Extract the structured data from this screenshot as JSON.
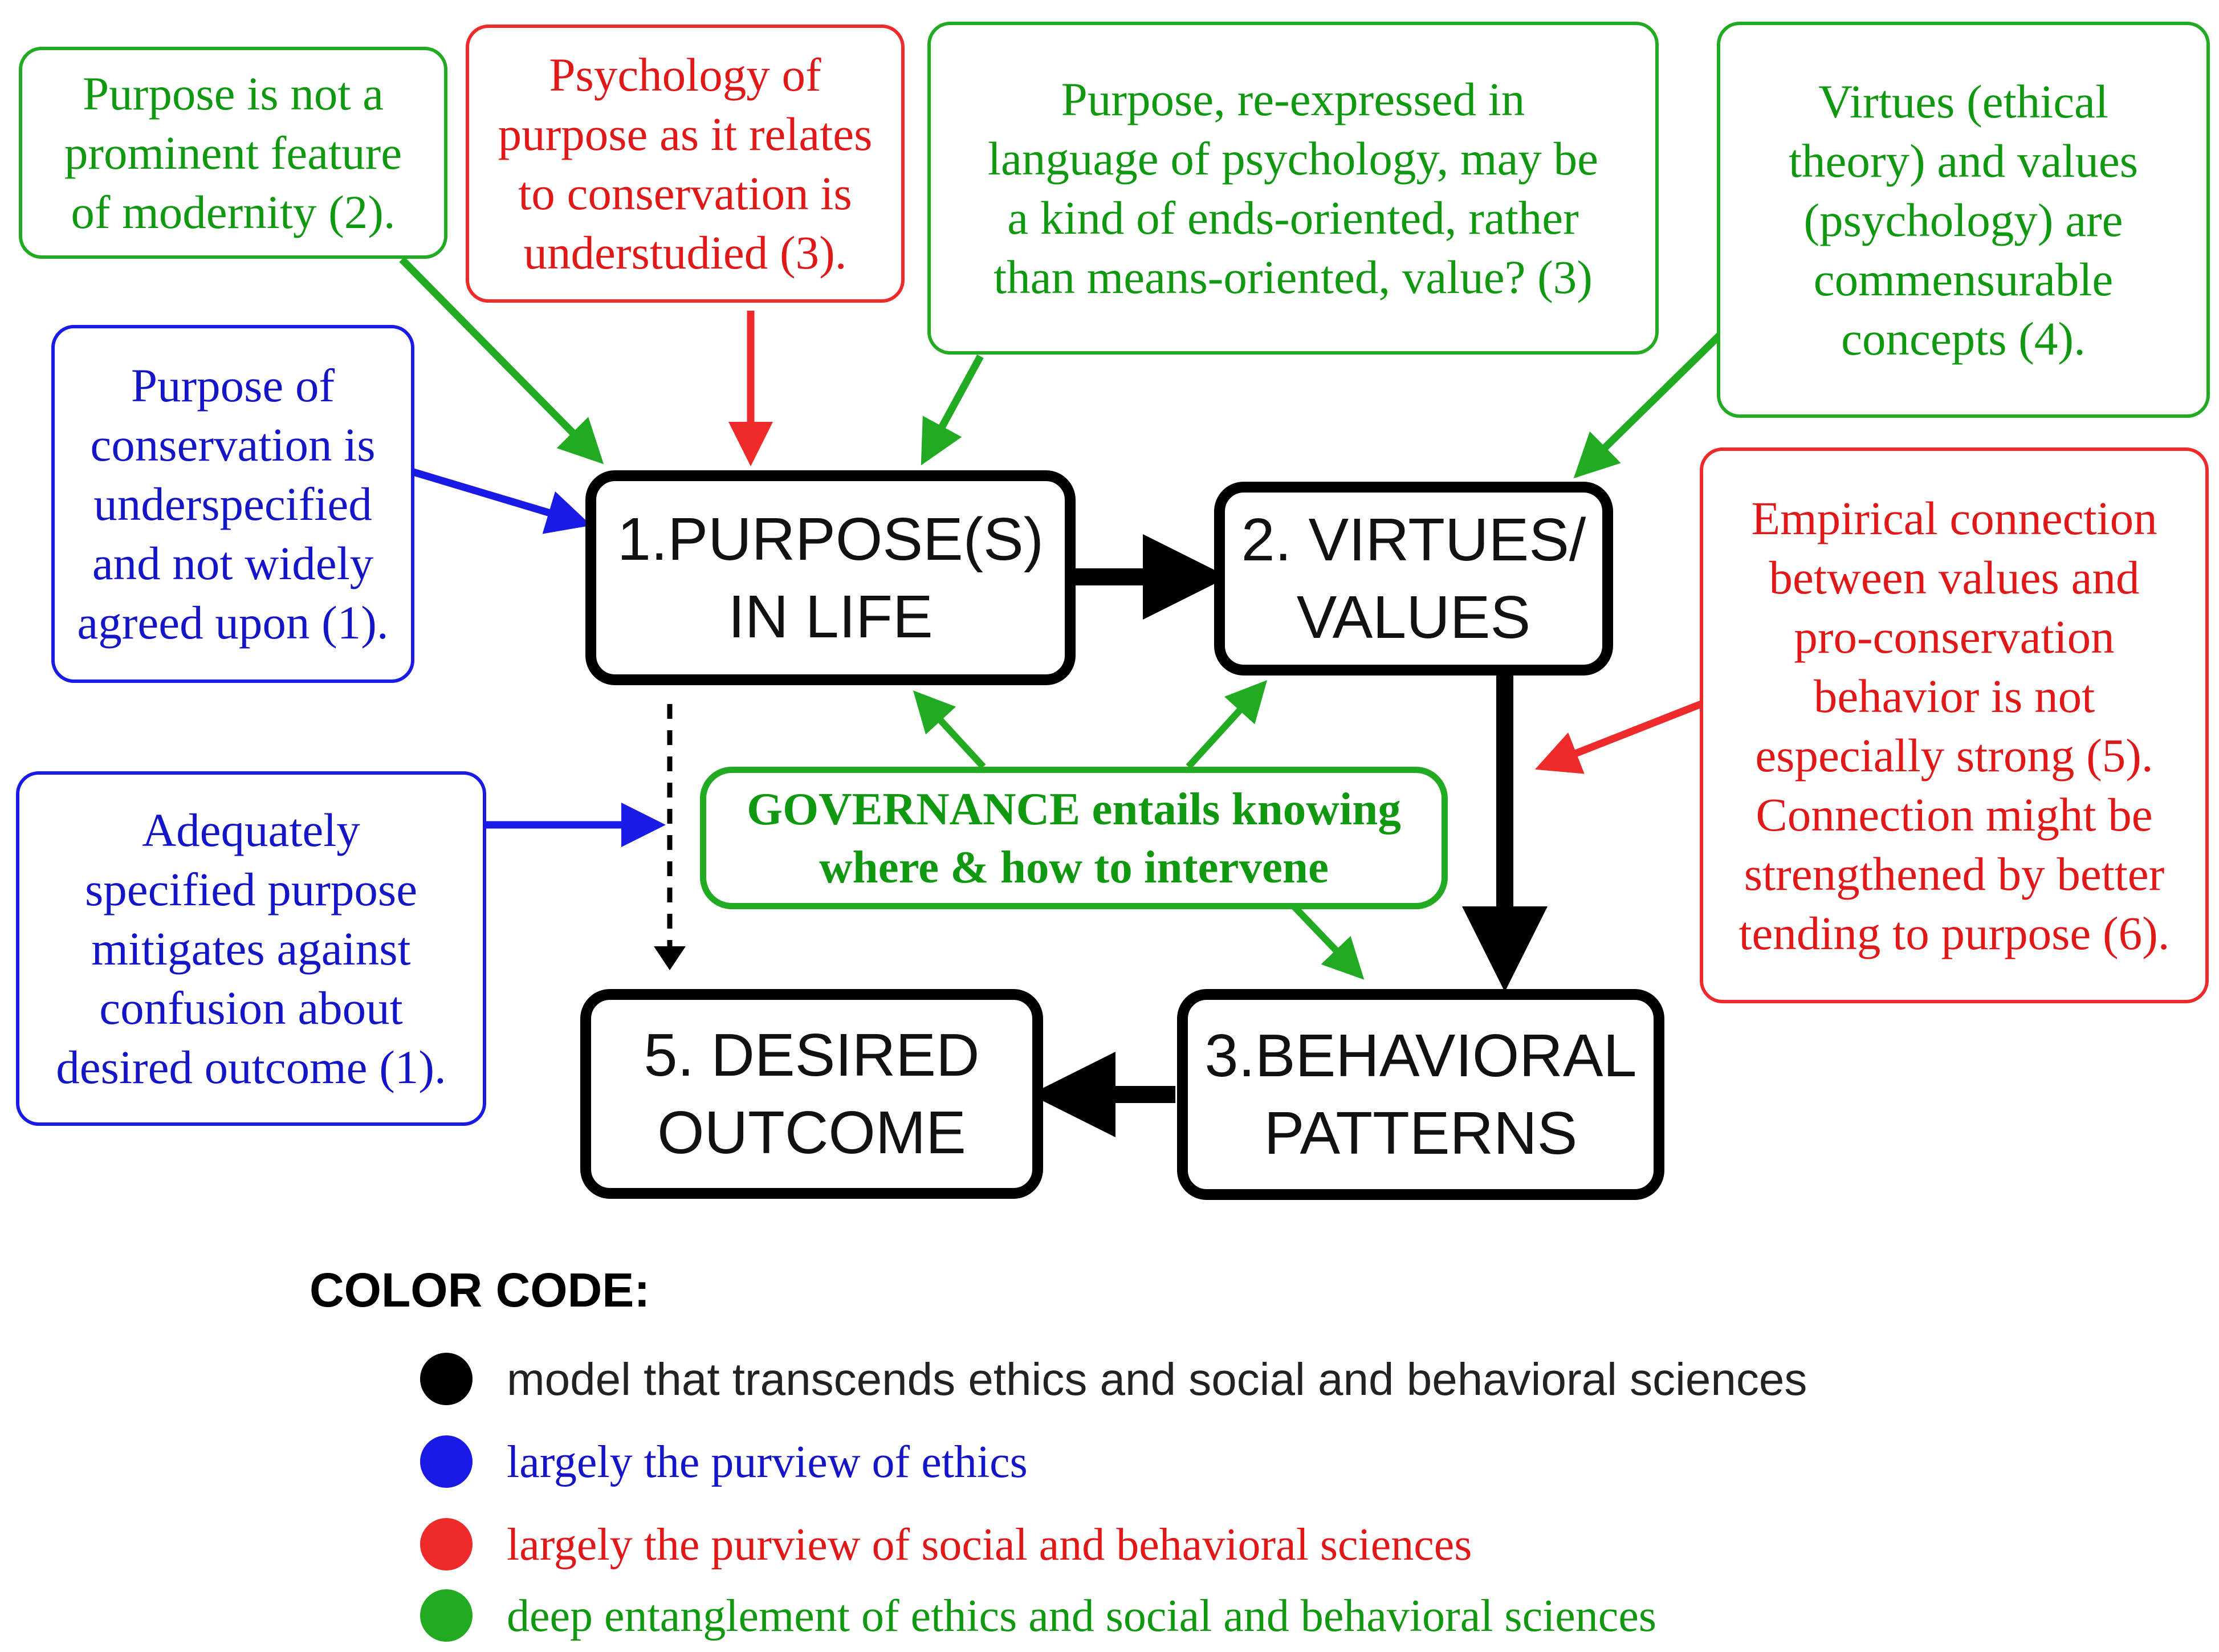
{
  "notes": {
    "modernity": [
      "Purpose is not a",
      "prominent feature",
      "of modernity (2)."
    ],
    "psychology": [
      "Psychology of",
      "purpose as it relates",
      "to conservation is",
      "understudied (3)."
    ],
    "reexpressed": [
      "Purpose, re-expressed in",
      "language of psychology, may be",
      "a kind of ends-oriented, rather",
      "than means-oriented, value? (3)"
    ],
    "virtues_theory": [
      "Virtues (ethical",
      "theory) and values",
      "(psychology) are",
      "commensurable",
      "concepts (4)."
    ],
    "underspecified": [
      "Purpose of",
      "conservation is",
      "underspecified",
      "and not widely",
      "agreed upon (1)."
    ],
    "empirical": [
      "Empirical connection",
      "between values and",
      "pro-conservation",
      "behavior is not",
      "especially strong (5).",
      "Connection might be",
      "strengthened by better",
      "tending to purpose (6)."
    ],
    "adequately": [
      "Adequately",
      "specified purpose",
      "mitigates against",
      "confusion about",
      "desired outcome (1)."
    ]
  },
  "core": {
    "purpose": [
      "1.PURPOSE(S)",
      "IN LIFE"
    ],
    "virtues": [
      "2. VIRTUES/",
      "VALUES"
    ],
    "behavioral": [
      "3.BEHAVIORAL",
      "PATTERNS"
    ],
    "outcome": [
      "5. DESIRED",
      "OUTCOME"
    ]
  },
  "governance": [
    "GOVERNANCE entails knowing",
    "where & how to intervene"
  ],
  "legend": {
    "title": "COLOR CODE:",
    "items": [
      {
        "color": "#000000",
        "text": "model that transcends ethics and social and behavioral sciences"
      },
      {
        "color": "#1a1ae6",
        "text": "largely the purview of ethics"
      },
      {
        "color": "#ee2a2a",
        "text": "largely the purview of social and behavioral sciences"
      },
      {
        "color": "#22aa22",
        "text": "deep entanglement of ethics and social and behavioral sciences"
      }
    ]
  },
  "colors": {
    "ethics": "#1a1ae6",
    "social_behavioral": "#ee2a2a",
    "entanglement": "#22aa22",
    "model": "#000000"
  }
}
